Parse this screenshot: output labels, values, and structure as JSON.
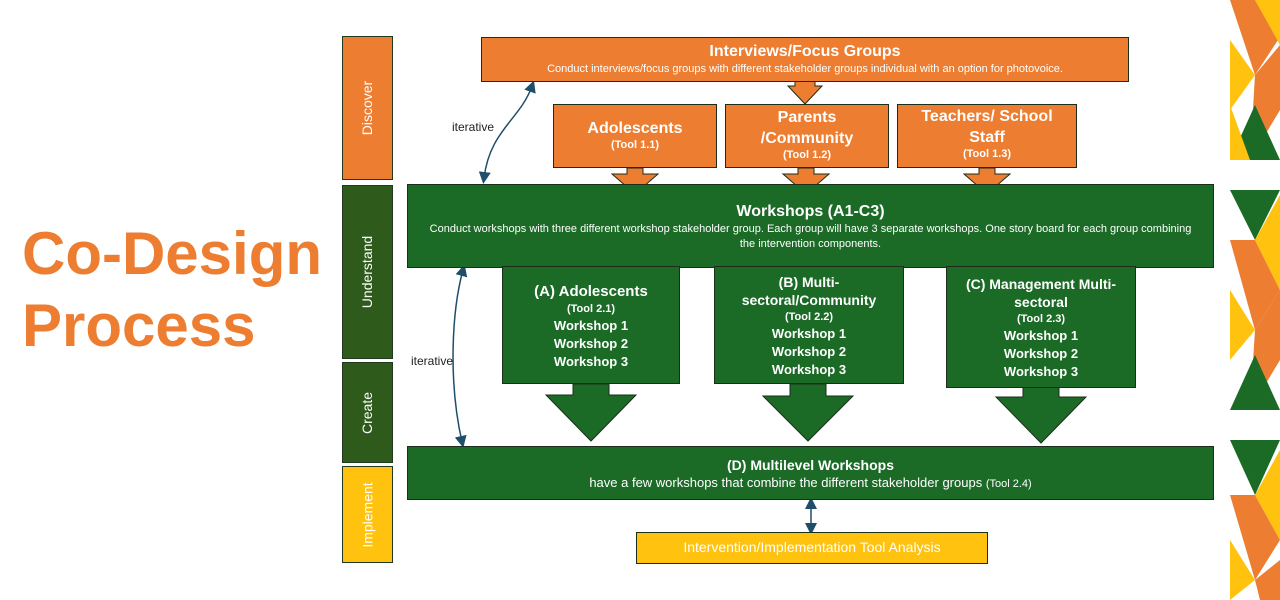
{
  "title": {
    "line1": "Co-Design",
    "line2": "Process"
  },
  "stages": [
    "Discover",
    "Understand",
    "Create",
    "Implement"
  ],
  "iterative": [
    "iterative",
    "iterative"
  ],
  "interviews": {
    "title": "Interviews/Focus Groups",
    "desc": "Conduct interviews/focus groups with different stakeholder groups individual with an option for photovoice."
  },
  "groups": [
    {
      "title": "Adolescents",
      "tool": "(Tool 1.1)"
    },
    {
      "title": "Parents /Community",
      "tool": "(Tool 1.2)"
    },
    {
      "title": "Teachers/ School Staff",
      "tool": "(Tool 1.3)"
    }
  ],
  "workshops": {
    "title": "Workshops (A1-C3)",
    "desc": "Conduct workshops with three different workshop stakeholder group. Each group will have 3 separate workshops. One story board for each group combining the intervention components."
  },
  "workshop_groups": [
    {
      "title": "(A) Adolescents",
      "tool": "(Tool 2.1)",
      "items": [
        "Workshop 1",
        "Workshop 2",
        "Workshop 3"
      ]
    },
    {
      "title": "(B) Multi-sectoral/Community",
      "tool": "(Tool 2.2)",
      "items": [
        "Workshop 1",
        "Workshop 2",
        "Workshop 3"
      ]
    },
    {
      "title": "(C) Management Multi-sectoral",
      "tool": "(Tool 2.3)",
      "items": [
        "Workshop 1",
        "Workshop 2",
        "Workshop 3"
      ]
    }
  ],
  "multilevel": {
    "title": "(D) Multilevel Workshops",
    "desc": "have a few workshops that combine the different stakeholder groups",
    "tool": "(Tool 2.4)"
  },
  "analysis": "Intervention/Implementation Tool Analysis",
  "colors": {
    "orange": "#ED7D31",
    "green": "#1B6B27",
    "dark_green": "#2E5A1C",
    "yellow": "#FFC20E"
  }
}
